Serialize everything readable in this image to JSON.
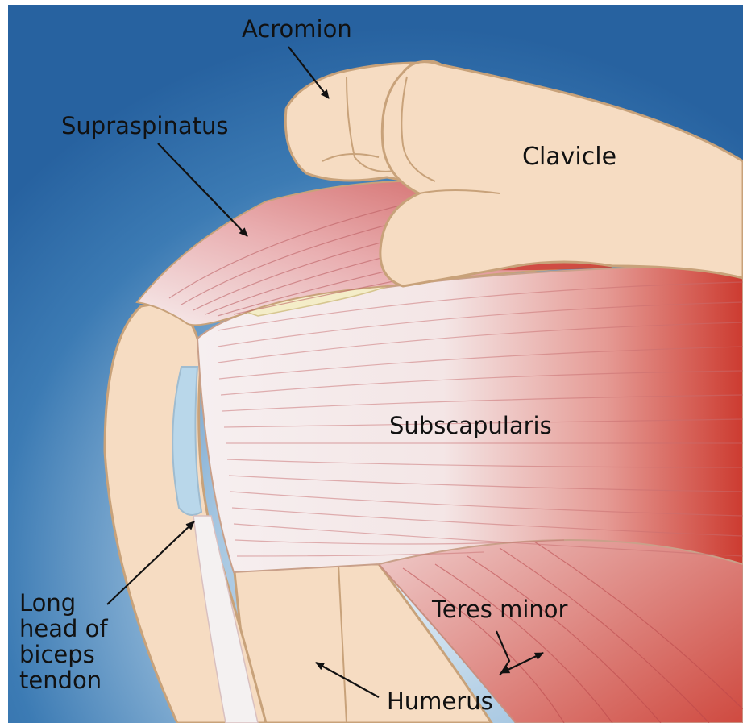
{
  "labels": {
    "acromion": "Acromion",
    "supraspinatus": "Supraspinatus",
    "clavicle": "Clavicle",
    "subscapularis": "Subscapularis",
    "long_head": [
      "Long",
      "head of",
      "biceps",
      "tendon"
    ],
    "teres_minor": "Teres minor",
    "humerus": "Humerus"
  },
  "colors": {
    "background_dark": "#2a6aa6",
    "background_light": "#dce9f3",
    "bone": "#f6dcc2",
    "bone_outline": "#c8a27a",
    "muscle_red": "#cc3b30",
    "muscle_pale": "#f3e8e8",
    "tendon_blue": "#b9d7ea",
    "cartilage": "#f4edc8"
  },
  "icons": [
    "arrow-acromion",
    "arrow-supraspinatus",
    "arrow-biceps",
    "arrow-humerus",
    "arrow-teres-minor-double"
  ]
}
